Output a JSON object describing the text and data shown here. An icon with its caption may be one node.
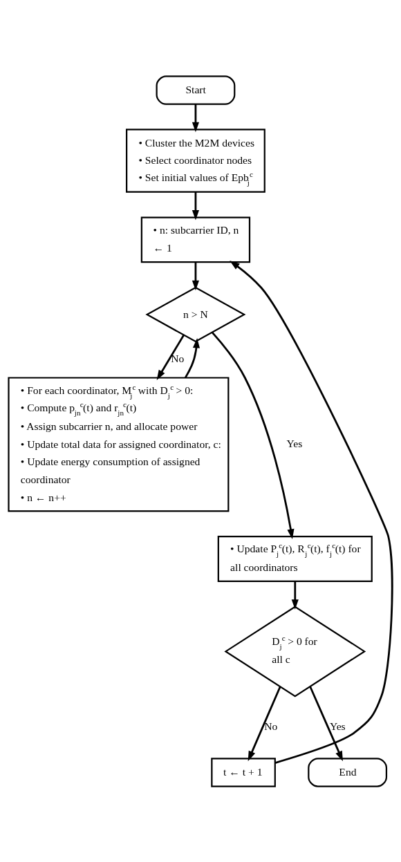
{
  "diagram": {
    "nodes": [
      {
        "text": [
          "Start"
        ]
      },
      {
        "text": [
          "• Cluster the M2M devices",
          "• Select coordinator nodes",
          "• Set initial values of Epb$_{j}$$^{c}$"
        ]
      },
      {
        "text": [
          "• n: subcarrier ID, n ← 1"
        ]
      },
      {
        "text": [
          "n > N"
        ]
      },
      {
        "text": [
          "• For each coordinator, M$_{j}$$^{c}$ with D$_{j}$$^{c}$ > 0:",
          "• Compute p$_{jn}$$^{c}$(t) and r$_{jn}$$^{c}$(t)",
          "• Assign subcarrier n, and allocate power",
          "• Update total data for assigned coordinator, c:",
          "• Update energy consumption of assigned coordinator",
          "• n ← n++"
        ]
      },
      {
        "text": [
          "• Update P$_{j}$$^{c}$(t), R$_{j}$$^{c}$(t), f$_{j}$$^{c}$(t) for all coordinators"
        ]
      },
      {
        "text": [
          "D$_{j}$$^{c}$ > 0 for all c"
        ]
      },
      {
        "text": [
          "t ← t + 1"
        ]
      },
      {
        "text": [
          "End"
        ]
      }
    ],
    "edges": [
      {
        "from": 0,
        "to": 1,
        "arrow": "to"
      },
      {
        "from": 1,
        "to": 2,
        "arrow": "to"
      },
      {
        "from": 2,
        "to": 3,
        "arrow": "to"
      },
      {
        "from": 3,
        "to": 4,
        "arrow": "to",
        "label": "No"
      },
      {
        "from": 3,
        "to": 5,
        "arrow": "to",
        "label": "Yes"
      },
      {
        "from": 4,
        "to": 3,
        "arrow": "to"
      },
      {
        "from": 5,
        "to": 6,
        "arrow": "to"
      },
      {
        "from": 6,
        "to": 7,
        "arrow": "to",
        "label": "No"
      },
      {
        "from": 6,
        "to": 8,
        "arrow": "to",
        "label": "Yes"
      },
      {
        "from": 7,
        "to": 2,
        "arrow": "to"
      }
    ]
  }
}
